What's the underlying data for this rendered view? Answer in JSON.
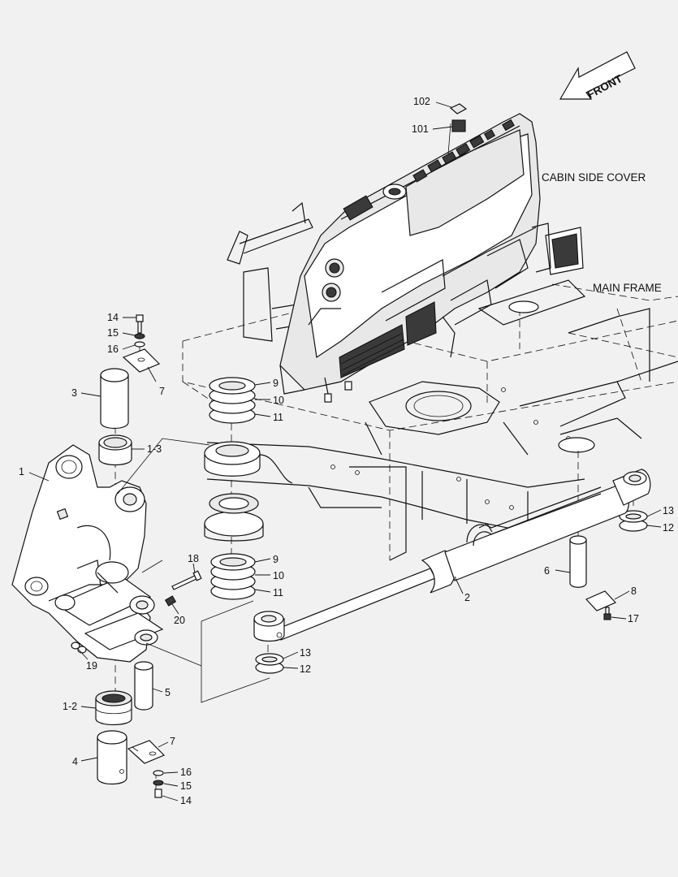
{
  "diagram": {
    "front_label": "FRONT",
    "sections": {
      "cabin_side_cover": "CABIN SIDE COVER",
      "main_frame": "MAIN FRAME"
    },
    "callouts": {
      "c102": "102",
      "c101": "101",
      "c14a": "14",
      "c15a": "15",
      "c16a": "16",
      "c3": "3",
      "c7a": "7",
      "c1_3": "1-3",
      "c1": "1",
      "c9a": "9",
      "c10a": "10",
      "c11a": "11",
      "c9b": "9",
      "c10b": "10",
      "c11b": "11",
      "c18": "18",
      "c20": "20",
      "c19": "19",
      "c2": "2",
      "c13a": "13",
      "c12a": "12",
      "c13b": "13",
      "c12b": "12",
      "c5": "5",
      "c1_2": "1-2",
      "c4": "4",
      "c7b": "7",
      "c16b": "16",
      "c15b": "15",
      "c14b": "14",
      "c6": "6",
      "c8": "8",
      "c17": "17"
    }
  }
}
